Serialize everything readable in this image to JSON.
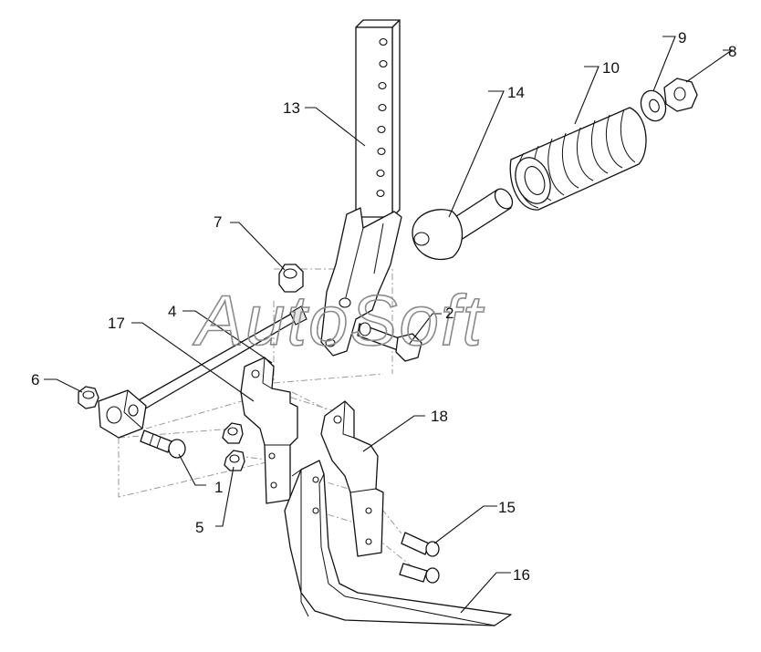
{
  "watermark": "AutoSoft",
  "callouts": [
    {
      "id": "c1",
      "text": "1"
    },
    {
      "id": "c2",
      "text": "2"
    },
    {
      "id": "c4",
      "text": "4"
    },
    {
      "id": "c5",
      "text": "5"
    },
    {
      "id": "c6",
      "text": "6"
    },
    {
      "id": "c7",
      "text": "7"
    },
    {
      "id": "c8",
      "text": "8"
    },
    {
      "id": "c9",
      "text": "9"
    },
    {
      "id": "c10",
      "text": "10"
    },
    {
      "id": "c13",
      "text": "13"
    },
    {
      "id": "c14",
      "text": "14"
    },
    {
      "id": "c15",
      "text": "15"
    },
    {
      "id": "c16",
      "text": "16"
    },
    {
      "id": "c17",
      "text": "17"
    },
    {
      "id": "c18",
      "text": "18"
    }
  ]
}
